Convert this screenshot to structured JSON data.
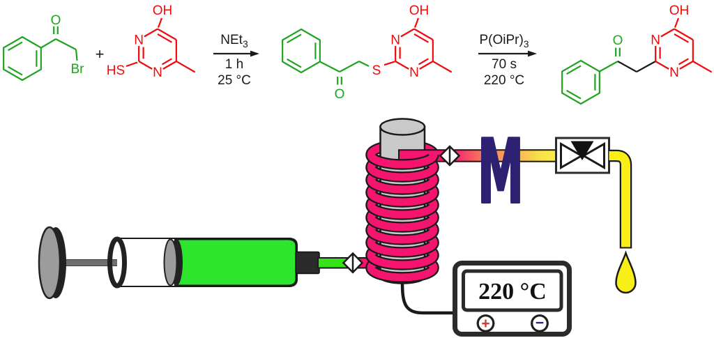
{
  "scheme": {
    "plus": "+",
    "reactant1": {
      "o": "O",
      "br": "Br"
    },
    "reactant2": {
      "oh": "OH",
      "n_top": "N",
      "n_bottom": "N",
      "hs": "HS"
    },
    "arrow1": {
      "reagent": "NEt",
      "reagent_sub": "3",
      "time": "1 h",
      "temp": "25 °C"
    },
    "intermediate": {
      "oh": "OH",
      "n_top": "N",
      "n_bottom": "N",
      "s": "S",
      "o": "O"
    },
    "arrow2": {
      "reagent": "P(OiPr)",
      "reagent_sub": "3",
      "time": "70 s",
      "temp": "220 °C"
    },
    "product": {
      "oh": "OH",
      "n_top": "N",
      "n_bottom": "N",
      "o": "O"
    },
    "colors": {
      "fragment_green": "#1FA41F",
      "fragment_red": "#F20A0A",
      "bond_black": "#1a1a1a"
    }
  },
  "apparatus": {
    "mixer_label": "M",
    "controller": {
      "display": "220 °C",
      "plus": "+",
      "minus": "−"
    },
    "colors": {
      "coil_pink": "#F5146E",
      "liquid_green": "#2EE52E",
      "tube_green": "#35E417",
      "product_yellow": "#F9EE15",
      "mixer_indigo": "#2D2171",
      "column_gray": "#C9C9C9"
    }
  }
}
